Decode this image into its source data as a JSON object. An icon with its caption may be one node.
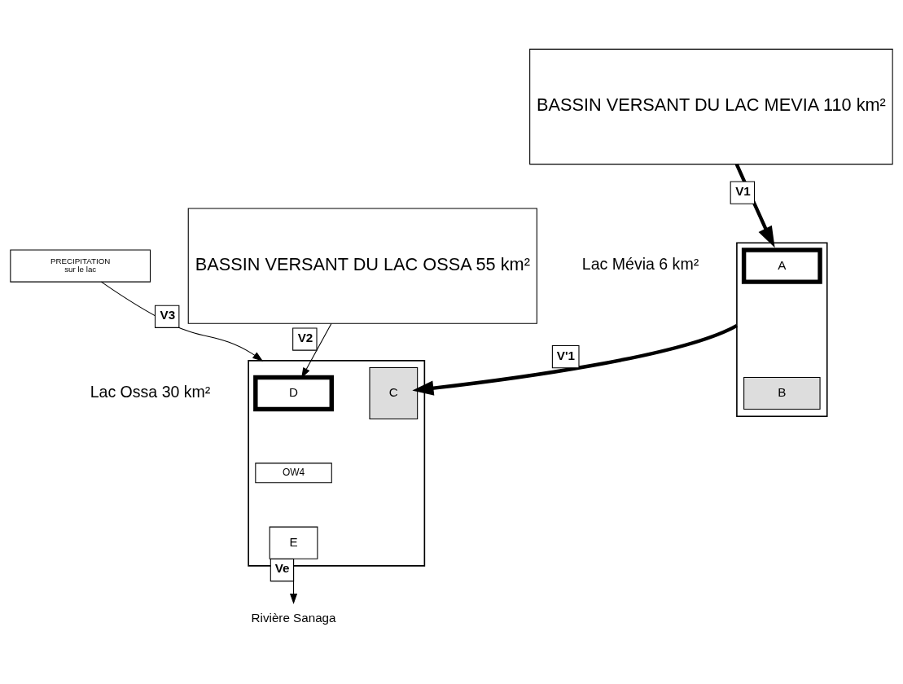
{
  "diagram": {
    "nodes": [
      {
        "text": [
          "BASSIN VERSANT DU LAC OSSA 55 km²"
        ]
      },
      {
        "text": [
          "BASSIN VERSANT DU LAC MEVIA 110 km²"
        ]
      },
      {
        "text": [
          "PRECIPITATION",
          "sur le lac"
        ]
      },
      {
        "text": [],
        "shape": "box",
        "beside": [
          "Lac Mévia 6 km²"
        ]
      },
      {
        "text": [
          "A"
        ],
        "in": 3
      },
      {
        "text": [
          "B"
        ],
        "in": 3
      },
      {
        "text": [],
        "shape": "box",
        "beside": [
          "Lac Ossa 30 km²"
        ]
      },
      {
        "text": [
          "D"
        ],
        "in": 6
      },
      {
        "text": [
          "OW4"
        ],
        "in": 6
      },
      {
        "text": [
          "C"
        ],
        "in": 6
      },
      {
        "text": [
          "E"
        ],
        "in": 6
      },
      {
        "text": [
          "Rivière Sanaga"
        ]
      }
    ],
    "edges": [
      {
        "from": 0,
        "to": 7,
        "arrow": "to",
        "label": "V2"
      },
      {
        "from": 1,
        "to": 3,
        "arrow": "to",
        "label": "V1",
        "style": "thick"
      },
      {
        "from": 2,
        "to": 6,
        "arrow": "to",
        "label": "V3"
      },
      {
        "from": 3,
        "to": 9,
        "arrow": "to",
        "label": "V'1",
        "style": "thick"
      },
      {
        "from": 10,
        "to": 11,
        "arrow": "to",
        "label": "Ve"
      }
    ]
  }
}
